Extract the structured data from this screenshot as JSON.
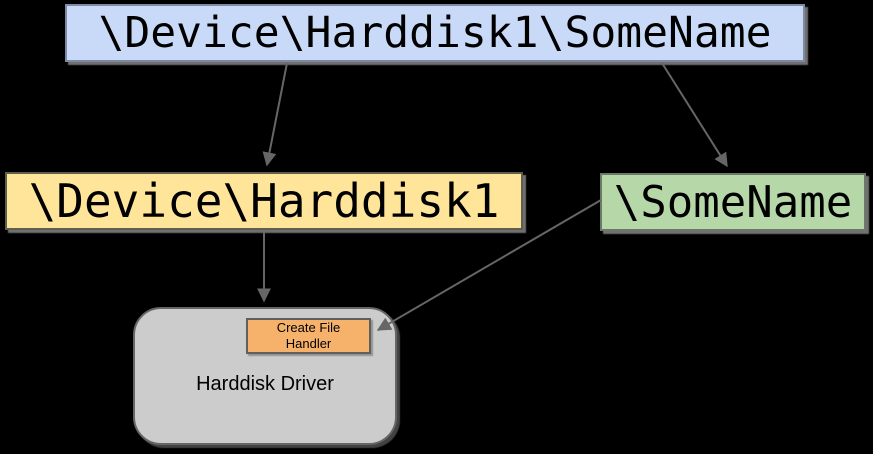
{
  "diagram": {
    "title_hint": "object path resolution diagram",
    "colors": {
      "background": "#000000",
      "arrow": "#666666",
      "text": "#000000"
    },
    "nodes": {
      "full_path": {
        "label": "\\Device\\Harddisk1\\SomeName",
        "fill": "#c9daf8"
      },
      "device_path": {
        "label": "\\Device\\Harddisk1",
        "fill": "#ffe599"
      },
      "some_name": {
        "label": "\\SomeName",
        "fill": "#b6d7a8"
      },
      "driver": {
        "label": "Harddisk Driver",
        "fill": "#cccccc"
      },
      "handler": {
        "lines": [
          "Create File",
          "Handler"
        ],
        "fill": "#f6b26b"
      }
    }
  }
}
